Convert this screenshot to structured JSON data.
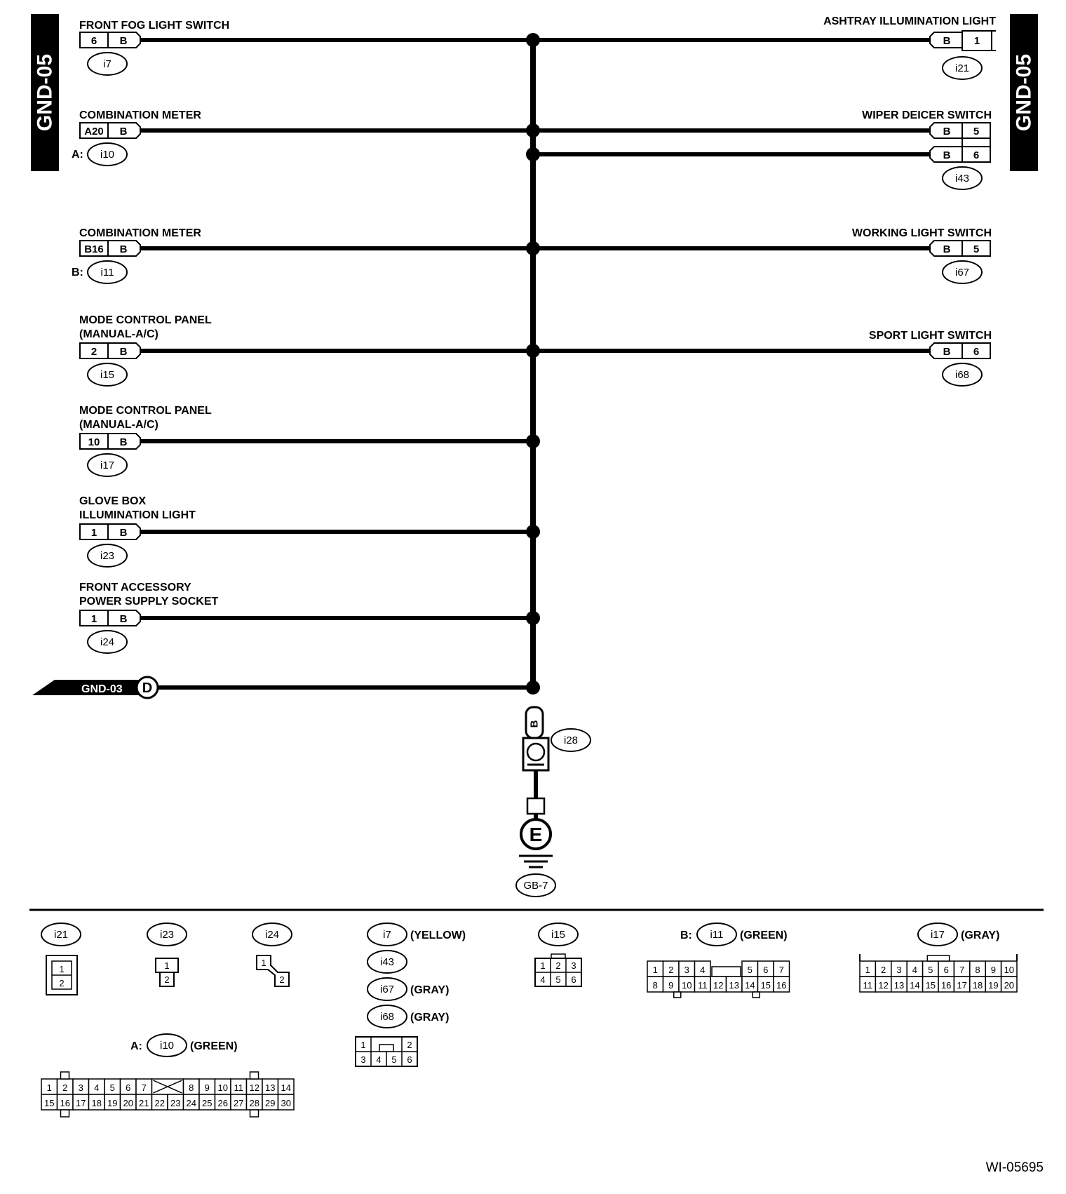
{
  "side_labels": {
    "left": "GND-05",
    "right": "GND-05"
  },
  "left_items": [
    {
      "name_lines": [
        "FRONT FOG LIGHT SWITCH"
      ],
      "pin": "6",
      "wire": "B",
      "connector": "i7",
      "prefix": ""
    },
    {
      "name_lines": [
        "COMBINATION METER"
      ],
      "pin": "A20",
      "wire": "B",
      "connector": "i10",
      "prefix": "A:"
    },
    {
      "name_lines": [
        "COMBINATION METER"
      ],
      "pin": "B16",
      "wire": "B",
      "connector": "i11",
      "prefix": "B:"
    },
    {
      "name_lines": [
        "MODE CONTROL PANEL",
        "(MANUAL-A/C)"
      ],
      "pin": "2",
      "wire": "B",
      "connector": "i15",
      "prefix": ""
    },
    {
      "name_lines": [
        "MODE CONTROL PANEL",
        "(MANUAL-A/C)"
      ],
      "pin": "10",
      "wire": "B",
      "connector": "i17",
      "prefix": ""
    },
    {
      "name_lines": [
        "GLOVE BOX",
        "ILLUMINATION LIGHT"
      ],
      "pin": "1",
      "wire": "B",
      "connector": "i23",
      "prefix": ""
    },
    {
      "name_lines": [
        "FRONT ACCESSORY",
        "POWER SUPPLY SOCKET"
      ],
      "pin": "1",
      "wire": "B",
      "connector": "i24",
      "prefix": ""
    }
  ],
  "right_items": [
    {
      "name": "ASHTRAY ILLUMINATION LIGHT",
      "pins": [
        {
          "wire": "B",
          "pin": "1"
        }
      ],
      "connector": "i21"
    },
    {
      "name": "WIPER DEICER SWITCH",
      "pins": [
        {
          "wire": "B",
          "pin": "5"
        },
        {
          "wire": "B",
          "pin": "6"
        }
      ],
      "connector": "i43"
    },
    {
      "name": "WORKING LIGHT SWITCH",
      "pins": [
        {
          "wire": "B",
          "pin": "5"
        }
      ],
      "connector": "i67"
    },
    {
      "name": "SPORT LIGHT SWITCH",
      "pins": [
        {
          "wire": "B",
          "pin": "6"
        }
      ],
      "connector": "i68"
    }
  ],
  "gnd03": {
    "label": "GND-03",
    "code": "D"
  },
  "ground": {
    "wire": "B",
    "connector": "i28",
    "symbol": "E",
    "point": "GB-7"
  },
  "legend": {
    "i21": {
      "label": "i21",
      "pins": [
        "1",
        "2"
      ]
    },
    "i23": {
      "label": "i23",
      "pins": [
        "1",
        "2"
      ]
    },
    "i24": {
      "label": "i24",
      "pins": [
        "1",
        "2"
      ]
    },
    "group": [
      {
        "label": "i7",
        "color": "(YELLOW)"
      },
      {
        "label": "i43",
        "color": ""
      },
      {
        "label": "i67",
        "color": "(GRAY)"
      },
      {
        "label": "i68",
        "color": "(GRAY)"
      }
    ],
    "group_pins": [
      "1",
      "2",
      "3",
      "4",
      "5",
      "6"
    ],
    "i15": {
      "label": "i15",
      "pins": [
        "1",
        "2",
        "3",
        "4",
        "5",
        "6"
      ]
    },
    "i11": {
      "prefix": "B:",
      "label": "i11",
      "color": "(GREEN)",
      "pins": [
        "1",
        "2",
        "3",
        "4",
        "5",
        "6",
        "7",
        "8",
        "9",
        "10",
        "11",
        "12",
        "13",
        "14",
        "15",
        "16"
      ]
    },
    "i17": {
      "label": "i17",
      "color": "(GRAY)",
      "pins": [
        "1",
        "2",
        "3",
        "4",
        "5",
        "6",
        "7",
        "8",
        "9",
        "10",
        "11",
        "12",
        "13",
        "14",
        "15",
        "16",
        "17",
        "18",
        "19",
        "20"
      ]
    },
    "i10": {
      "prefix": "A:",
      "label": "i10",
      "color": "(GREEN)",
      "pins": [
        "1",
        "2",
        "3",
        "4",
        "5",
        "6",
        "7",
        "8",
        "9",
        "10",
        "11",
        "12",
        "13",
        "14",
        "15",
        "16",
        "17",
        "18",
        "19",
        "20",
        "21",
        "22",
        "23",
        "24",
        "25",
        "26",
        "27",
        "28",
        "29",
        "30"
      ]
    }
  },
  "figure_id": "WI-05695"
}
